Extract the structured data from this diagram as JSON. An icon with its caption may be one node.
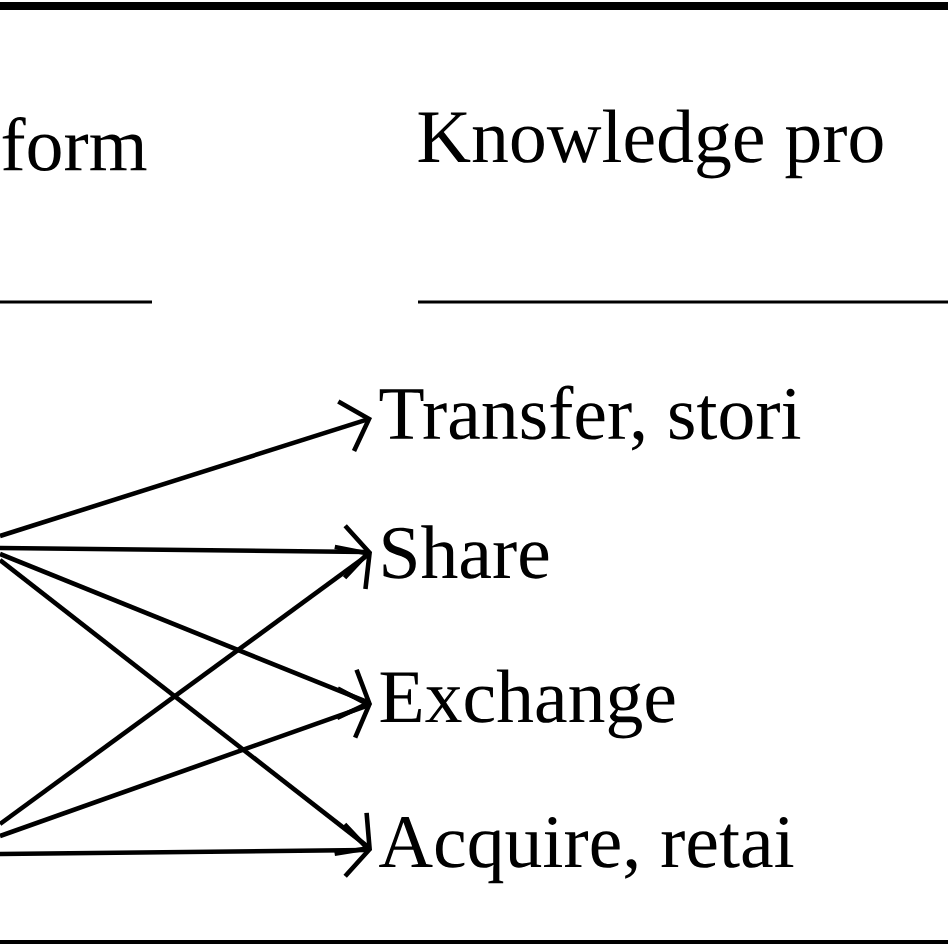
{
  "diagram": {
    "nodes": [
      {
        "text": [
          "Transfer, stori"
        ]
      },
      {
        "text": [
          "Share"
        ]
      },
      {
        "text": [
          "Exchange"
        ]
      },
      {
        "text": [
          "Acquire, retai"
        ]
      }
    ],
    "edges": [
      {
        "from": null,
        "to": 0,
        "arrow": "to"
      },
      {
        "from": null,
        "to": 1,
        "arrow": "to"
      },
      {
        "from": null,
        "to": 2,
        "arrow": "to"
      },
      {
        "from": null,
        "to": 3,
        "arrow": "to"
      },
      {
        "from": null,
        "to": 1,
        "arrow": "to"
      },
      {
        "from": null,
        "to": 2,
        "arrow": "to"
      },
      {
        "from": null,
        "to": 3,
        "arrow": "to"
      }
    ],
    "labels": [
      "form",
      "Knowledge pro"
    ]
  }
}
